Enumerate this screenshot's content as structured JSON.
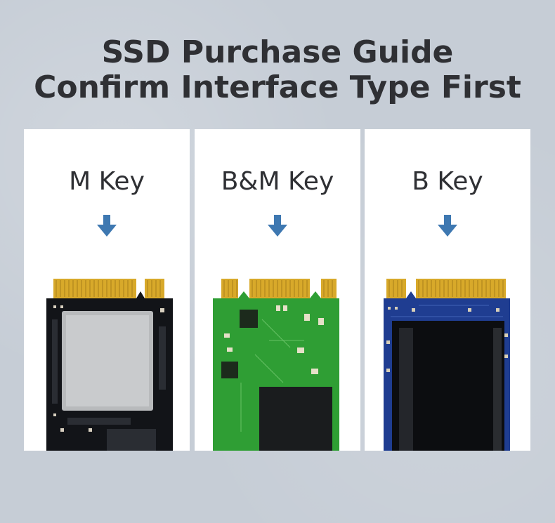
{
  "heading": {
    "line1": "SSD Purchase Guide",
    "line2": "Confirm Interface Type First"
  },
  "panels": [
    {
      "key": "M Key",
      "arrow_icon": "arrow-down-icon",
      "board_color": "#121418"
    },
    {
      "key": "B&M Key",
      "arrow_icon": "arrow-down-icon",
      "board_color": "#2f9e34"
    },
    {
      "key": "B Key",
      "arrow_icon": "arrow-down-icon",
      "board_color": "#1f3d91"
    }
  ],
  "colors": {
    "background": "#c6cdd6",
    "arrow": "#3e78b1",
    "gold_contacts": "#d8a92a",
    "heading_text": "#2f3034"
  }
}
